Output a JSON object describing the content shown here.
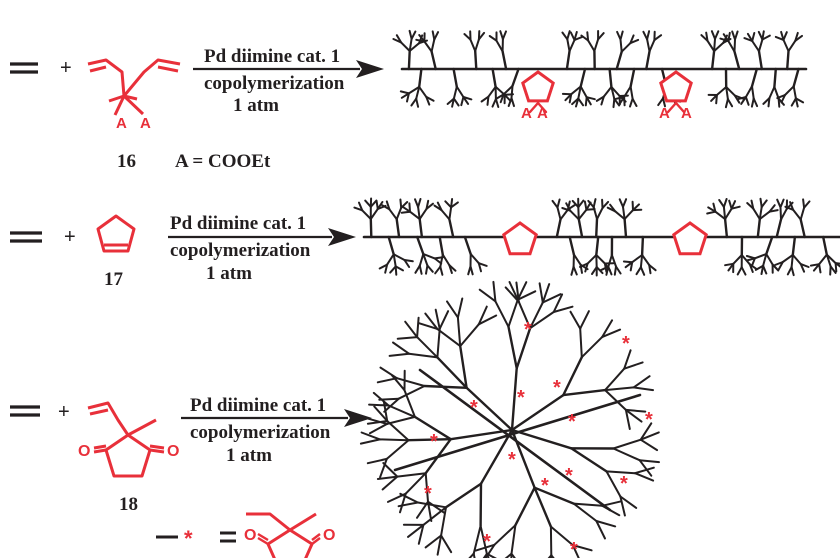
{
  "colors": {
    "ink": "#231f20",
    "accent": "#e8303a"
  },
  "reactions": [
    {
      "conditions": [
        "Pd diimine cat. 1",
        "copolymerization",
        "1 atm"
      ],
      "monomer_label": "16",
      "substituent_atom": "A",
      "definition": "A = COOEt"
    },
    {
      "conditions": [
        "Pd diimine cat. 1",
        "copolymerization",
        "1 atm"
      ],
      "monomer_label": "17"
    },
    {
      "conditions": [
        "Pd diimine cat. 1",
        "copolymerization",
        "1 atm"
      ],
      "monomer_label": "18",
      "oxygen_atom": "O"
    }
  ],
  "plus_sign": "+",
  "equals_sign": "=",
  "star_glyph": "*"
}
